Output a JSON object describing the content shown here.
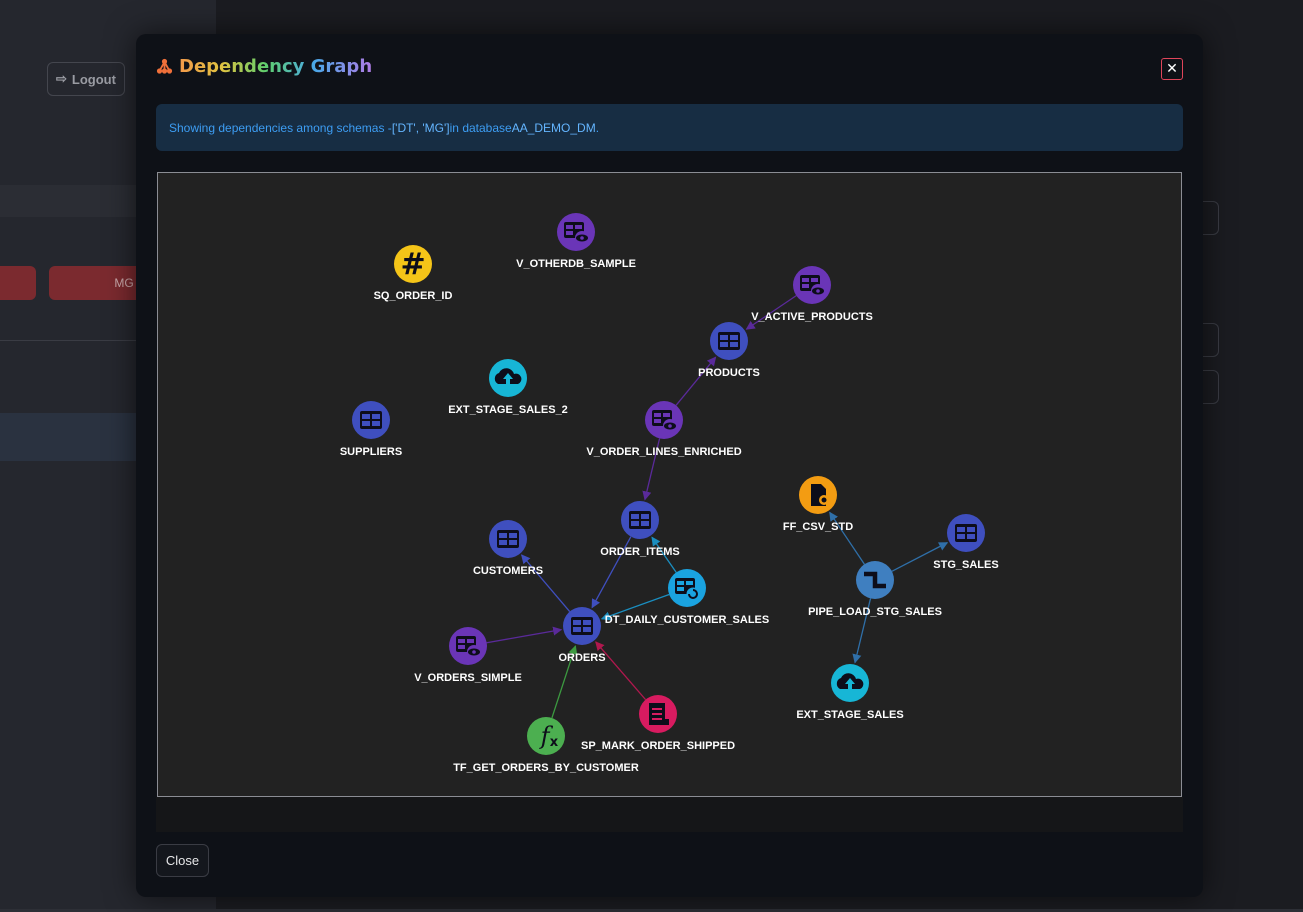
{
  "background": {
    "logout_label": "Logout",
    "schema_pill": "MG"
  },
  "modal": {
    "title": "Dependency Graph",
    "close_x": "✕",
    "info_prefix": "Showing dependencies among schemas - ",
    "info_schemas": "['DT', 'MG']",
    "info_middle": " in database ",
    "info_database": "AA_DEMO_DM",
    "info_suffix": ".",
    "close_button_label": "Close"
  },
  "graph": {
    "nodes": [
      {
        "id": "SQ_ORDER_ID",
        "label": "SQ_ORDER_ID",
        "kind": "sequence",
        "color": "#f5c518",
        "icon": "hash-icon"
      },
      {
        "id": "V_OTHERDB_SAMPLE",
        "label": "V_OTHERDB_SAMPLE",
        "kind": "view",
        "color": "#6a35b7",
        "icon": "view-icon"
      },
      {
        "id": "V_ACTIVE_PRODUCTS",
        "label": "V_ACTIVE_PRODUCTS",
        "kind": "view",
        "color": "#6a35b7",
        "icon": "view-icon"
      },
      {
        "id": "PRODUCTS",
        "label": "PRODUCTS",
        "kind": "table",
        "color": "#3f4fbf",
        "icon": "table-icon"
      },
      {
        "id": "EXT_STAGE_SALES_2",
        "label": "EXT_STAGE_SALES_2",
        "kind": "stage",
        "color": "#17b6d6",
        "icon": "cloud-upload-icon"
      },
      {
        "id": "SUPPLIERS",
        "label": "SUPPLIERS",
        "kind": "table",
        "color": "#3f4fbf",
        "icon": "table-icon"
      },
      {
        "id": "V_ORDER_LINES_ENRICHED",
        "label": "V_ORDER_LINES_ENRICHED",
        "kind": "view",
        "color": "#6a35b7",
        "icon": "view-icon"
      },
      {
        "id": "FF_CSV_STD",
        "label": "FF_CSV_STD",
        "kind": "file_format",
        "color": "#f39c12",
        "icon": "file-format-icon"
      },
      {
        "id": "STG_SALES",
        "label": "STG_SALES",
        "kind": "table",
        "color": "#3f4fbf",
        "icon": "table-icon"
      },
      {
        "id": "ORDER_ITEMS",
        "label": "ORDER_ITEMS",
        "kind": "table",
        "color": "#3f4fbf",
        "icon": "table-icon"
      },
      {
        "id": "CUSTOMERS",
        "label": "CUSTOMERS",
        "kind": "table",
        "color": "#3f4fbf",
        "icon": "table-icon"
      },
      {
        "id": "DT_DAILY_CUSTOMER_SALES",
        "label": "DT_DAILY_CUSTOMER_SALES",
        "kind": "dynamic_table",
        "color": "#1aa3e0",
        "icon": "dynamic-table-icon"
      },
      {
        "id": "PIPE_LOAD_STG_SALES",
        "label": "PIPE_LOAD_STG_SALES",
        "kind": "pipe",
        "color": "#3f7fc0",
        "icon": "pipe-icon"
      },
      {
        "id": "ORDERS",
        "label": "ORDERS",
        "kind": "table",
        "color": "#3f4fbf",
        "icon": "table-icon"
      },
      {
        "id": "V_ORDERS_SIMPLE",
        "label": "V_ORDERS_SIMPLE",
        "kind": "view",
        "color": "#6a35b7",
        "icon": "view-icon"
      },
      {
        "id": "EXT_STAGE_SALES",
        "label": "EXT_STAGE_SALES",
        "kind": "stage",
        "color": "#17b6d6",
        "icon": "cloud-upload-icon"
      },
      {
        "id": "SP_MARK_ORDER_SHIPPED",
        "label": "SP_MARK_ORDER_SHIPPED",
        "kind": "procedure",
        "color": "#d81b60",
        "icon": "procedure-icon"
      },
      {
        "id": "TF_GET_ORDERS_BY_CUSTOMER",
        "label": "TF_GET_ORDERS_BY_CUSTOMER",
        "kind": "function",
        "color": "#4caf50",
        "icon": "function-icon"
      }
    ],
    "edges": [
      {
        "from": "V_ORDER_LINES_ENRICHED",
        "to": "PRODUCTS",
        "color": "#5a2a9a"
      },
      {
        "from": "V_ACTIVE_PRODUCTS",
        "to": "PRODUCTS",
        "color": "#5a2a9a"
      },
      {
        "from": "V_ORDER_LINES_ENRICHED",
        "to": "ORDER_ITEMS",
        "color": "#5a2a9a"
      },
      {
        "from": "ORDER_ITEMS",
        "to": "ORDERS",
        "color": "#3f4fbf"
      },
      {
        "from": "ORDERS",
        "to": "CUSTOMERS",
        "color": "#3f4fbf"
      },
      {
        "from": "DT_DAILY_CUSTOMER_SALES",
        "to": "ORDER_ITEMS",
        "color": "#1a8ec0"
      },
      {
        "from": "DT_DAILY_CUSTOMER_SALES",
        "to": "ORDERS",
        "color": "#1a8ec0"
      },
      {
        "from": "V_ORDERS_SIMPLE",
        "to": "ORDERS",
        "color": "#5a2a9a"
      },
      {
        "from": "SP_MARK_ORDER_SHIPPED",
        "to": "ORDERS",
        "color": "#b0184e"
      },
      {
        "from": "TF_GET_ORDERS_BY_CUSTOMER",
        "to": "ORDERS",
        "color": "#3c9a40"
      },
      {
        "from": "PIPE_LOAD_STG_SALES",
        "to": "FF_CSV_STD",
        "color": "#2f6fa8"
      },
      {
        "from": "PIPE_LOAD_STG_SALES",
        "to": "STG_SALES",
        "color": "#2f6fa8"
      },
      {
        "from": "PIPE_LOAD_STG_SALES",
        "to": "EXT_STAGE_SALES",
        "color": "#2f6fa8"
      }
    ]
  }
}
